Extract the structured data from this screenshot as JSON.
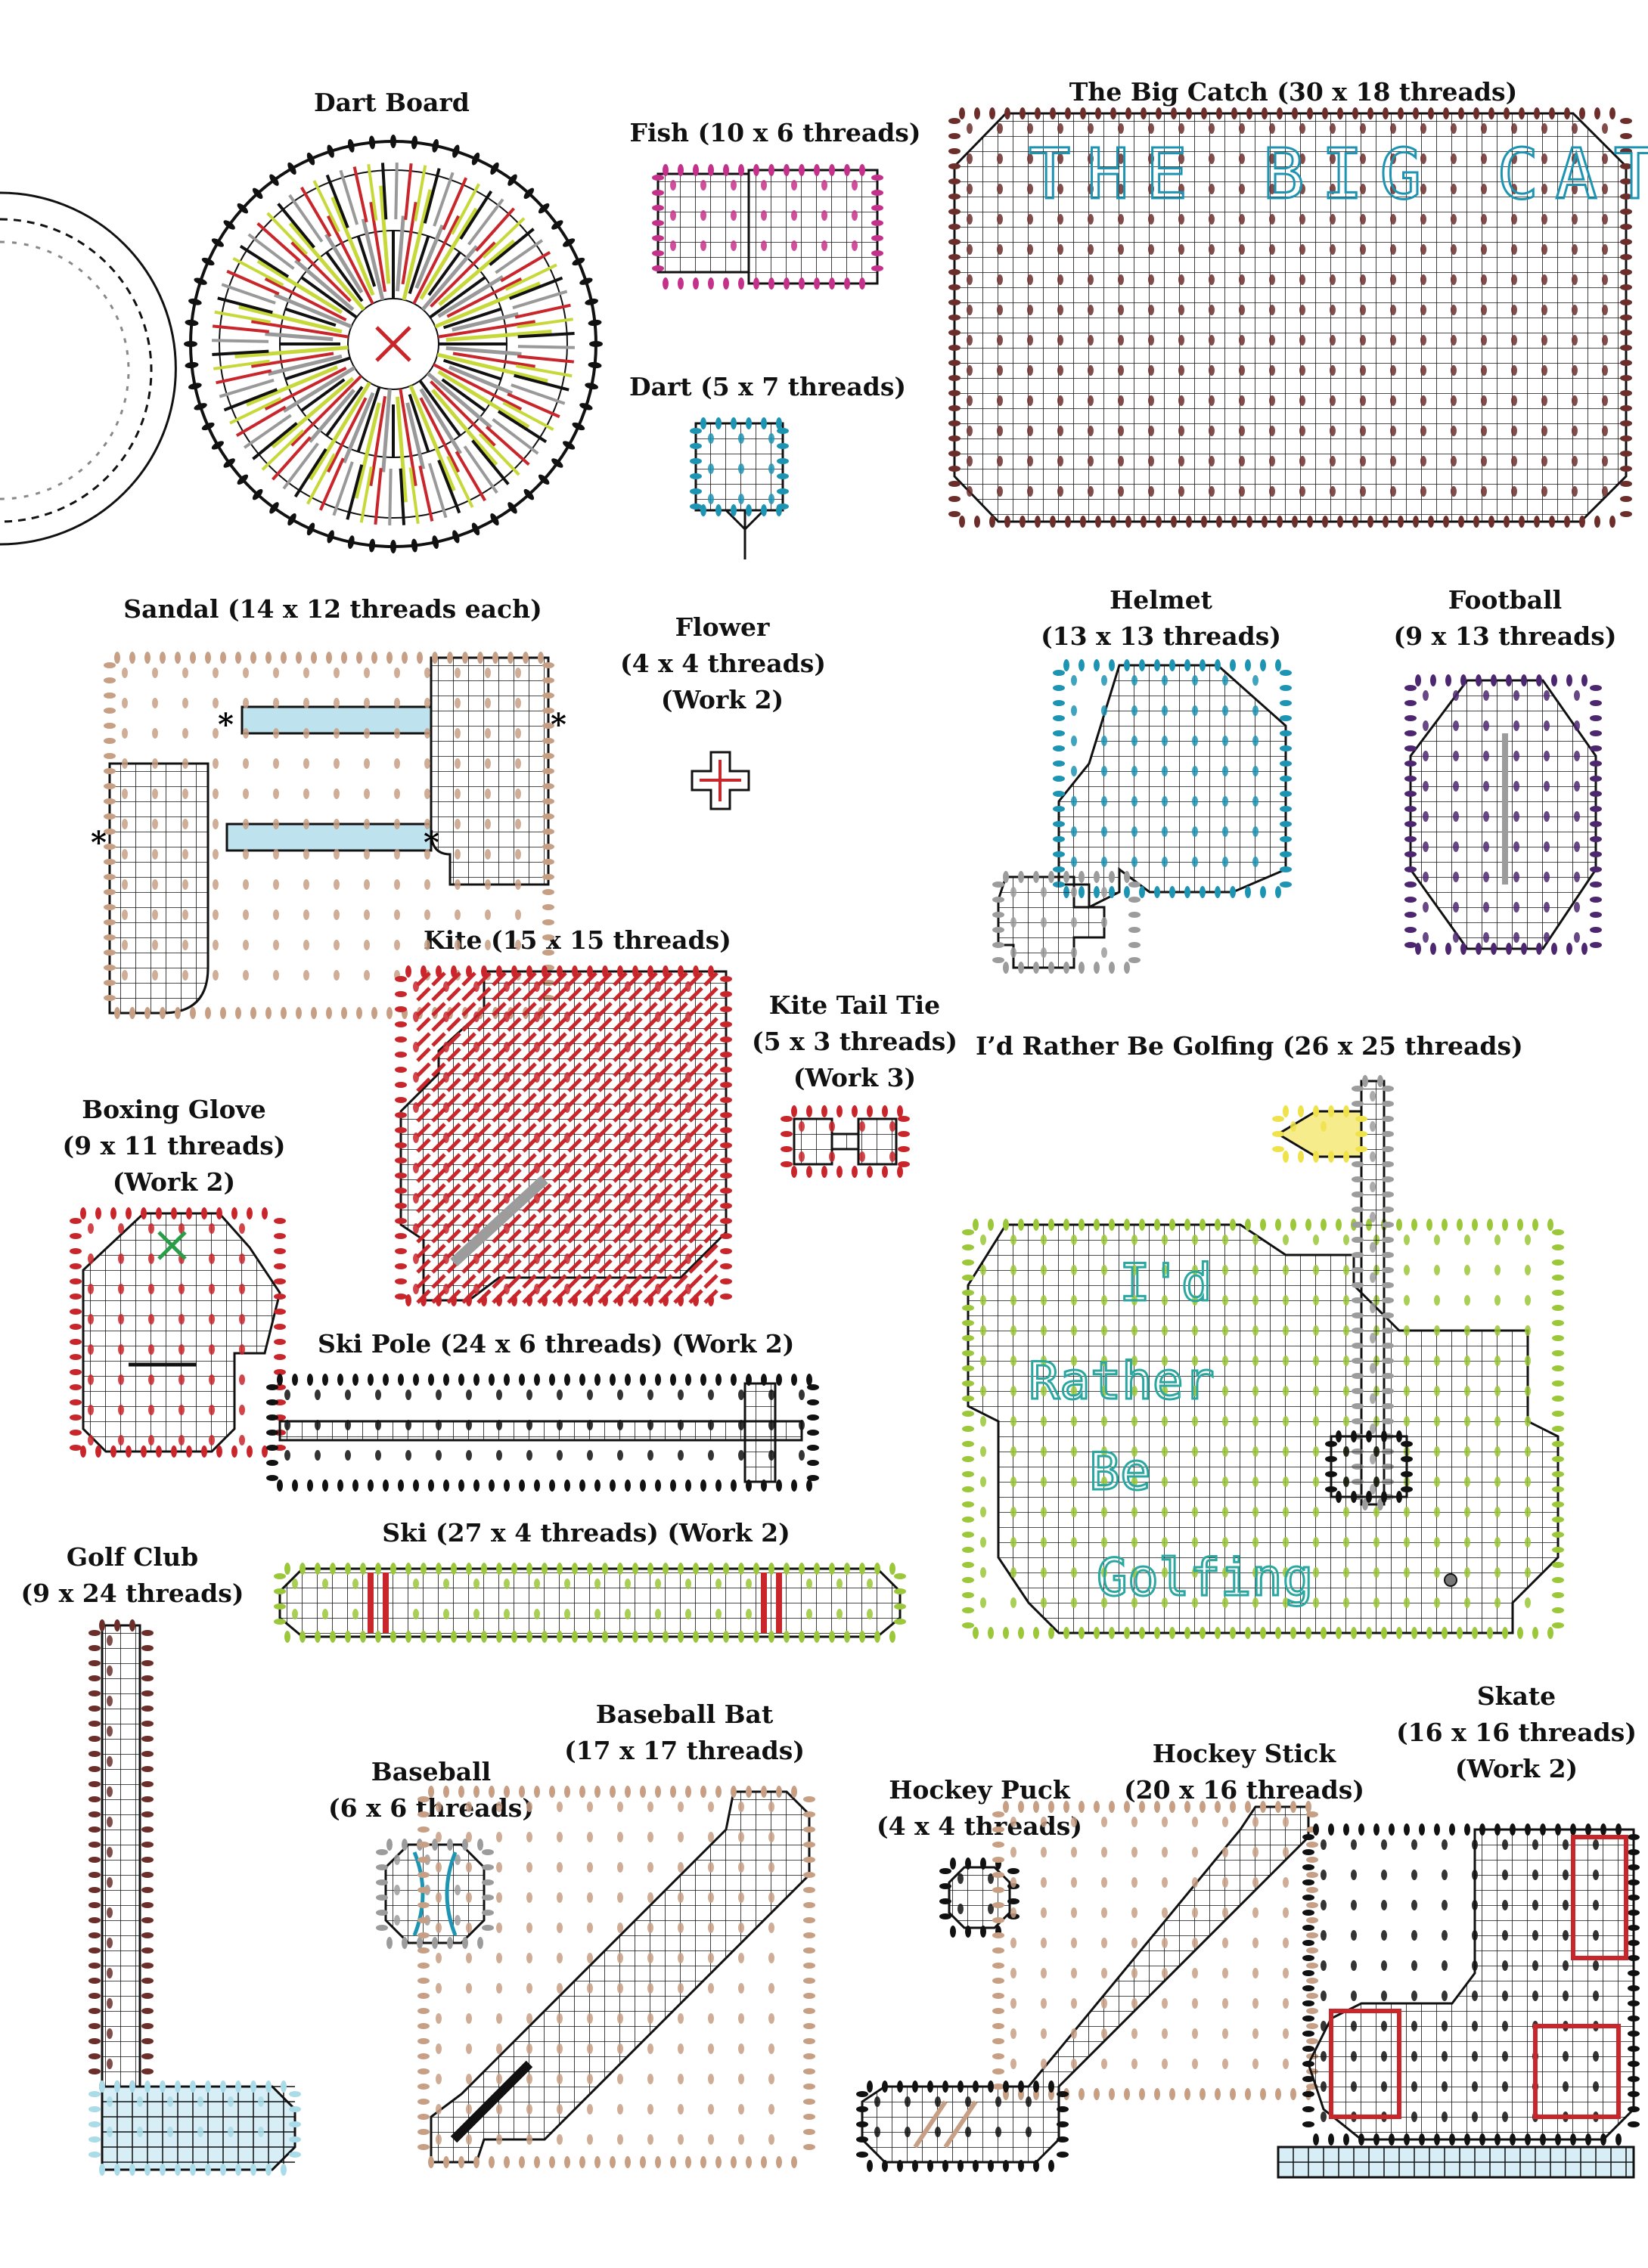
{
  "colors": {
    "grid": "#111111",
    "brown": "#6b2e2a",
    "teal": "#1e94b3",
    "magenta": "#c4318a",
    "purple": "#4c2770",
    "gray": "#9c9c9c",
    "red": "#c9262c",
    "green": "#9bc73a",
    "tan": "#c79f84",
    "lightblue": "#a9dbe8",
    "yellow": "#f0e24a",
    "black": "#111111",
    "stitch_text": "#2aa7a0"
  },
  "patterns": [
    {
      "id": "dart-board",
      "title": "Dart Board",
      "size": "",
      "note": ""
    },
    {
      "id": "fish",
      "title": "Fish",
      "size": "(10 x 6 threads)",
      "note": ""
    },
    {
      "id": "big-catch",
      "title": "The Big Catch",
      "size": "(30 x 18 threads)",
      "note": "",
      "stitched_text": "THE BIG CATCH"
    },
    {
      "id": "dart",
      "title": "Dart",
      "size": "(5 x 7 threads)",
      "note": ""
    },
    {
      "id": "sandal",
      "title": "Sandal",
      "size": "(14 x 12 threads each)",
      "note": ""
    },
    {
      "id": "flower",
      "title": "Flower",
      "size": "(4 x 4 threads)",
      "note": "(Work 2)"
    },
    {
      "id": "helmet",
      "title": "Helmet",
      "size": "(13 x 13 threads)",
      "note": ""
    },
    {
      "id": "football",
      "title": "Football",
      "size": "(9 x 13 threads)",
      "note": ""
    },
    {
      "id": "kite",
      "title": "Kite",
      "size": "(15 x 15 threads)",
      "note": ""
    },
    {
      "id": "kite-tail-tie",
      "title": "Kite Tail Tie",
      "size": "(5 x 3 threads)",
      "note": "(Work 3)"
    },
    {
      "id": "golfing",
      "title": "I’d Rather Be Golfing",
      "size": "(26 x 25 threads)",
      "note": "",
      "stitched_text": [
        "I'd",
        "Rather",
        "Be",
        "Golfing"
      ]
    },
    {
      "id": "boxing-glove",
      "title": "Boxing Glove",
      "size": "(9 x 11 threads)",
      "note": "(Work 2)"
    },
    {
      "id": "ski-pole",
      "title": "Ski Pole",
      "size": "(24 x 6 threads)",
      "note": "(Work 2)"
    },
    {
      "id": "golf-club",
      "title": "Golf Club",
      "size": "(9 x 24 threads)",
      "note": ""
    },
    {
      "id": "ski",
      "title": "Ski",
      "size": "(27 x 4 threads)",
      "note": "(Work 2)"
    },
    {
      "id": "baseball",
      "title": "Baseball",
      "size": "(6 x 6 threads)",
      "note": ""
    },
    {
      "id": "baseball-bat",
      "title": "Baseball Bat",
      "size": "(17 x 17 threads)",
      "note": ""
    },
    {
      "id": "hockey-puck",
      "title": "Hockey Puck",
      "size": "(4 x 4 threads)",
      "note": ""
    },
    {
      "id": "hockey-stick",
      "title": "Hockey Stick",
      "size": "(20 x 16 threads)",
      "note": ""
    },
    {
      "id": "skate",
      "title": "Skate",
      "size": "(16 x 16 threads)",
      "note": "(Work 2)"
    }
  ],
  "symbols": {
    "sandal_join_marker": "*"
  }
}
